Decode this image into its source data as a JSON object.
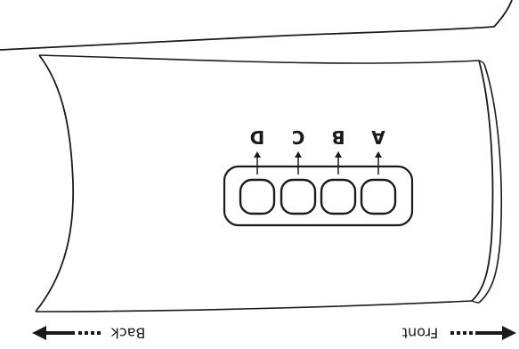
{
  "buttons": [
    {
      "label": "A"
    },
    {
      "label": "B"
    },
    {
      "label": "C"
    },
    {
      "label": "D"
    }
  ],
  "directions": {
    "front": "Front",
    "back": "Back"
  },
  "colors": {
    "stroke": "#1a1a1a",
    "background": "#ffffff"
  }
}
